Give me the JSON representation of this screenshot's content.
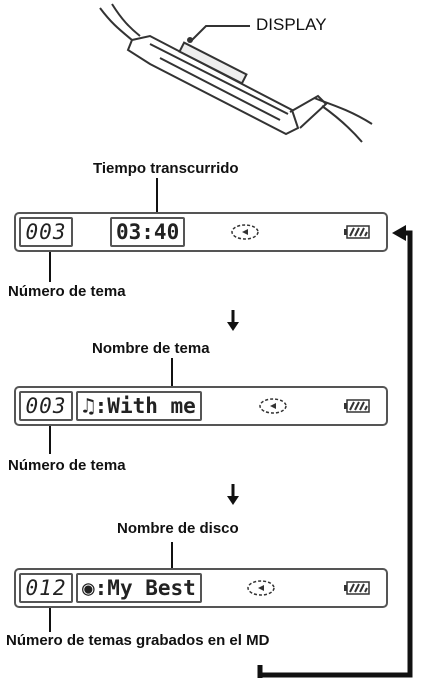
{
  "device_callout": "DISPLAY",
  "panels": [
    {
      "top_label": "Tiempo transcurrido",
      "track": "003",
      "display_text": "03:40",
      "bottom_label": "Número de tema"
    },
    {
      "top_label": "Nombre de tema",
      "track": "003",
      "display_icon": "music-note-icon",
      "display_text": "With me",
      "bottom_label": "Número de tema"
    },
    {
      "top_label": "Nombre de disco",
      "track": "012",
      "display_icon": "disc-icon",
      "display_text": "My Best",
      "bottom_label": "Número de temas grabados en el MD"
    }
  ],
  "colors": {
    "ink": "#111111",
    "frame": "#555555"
  }
}
